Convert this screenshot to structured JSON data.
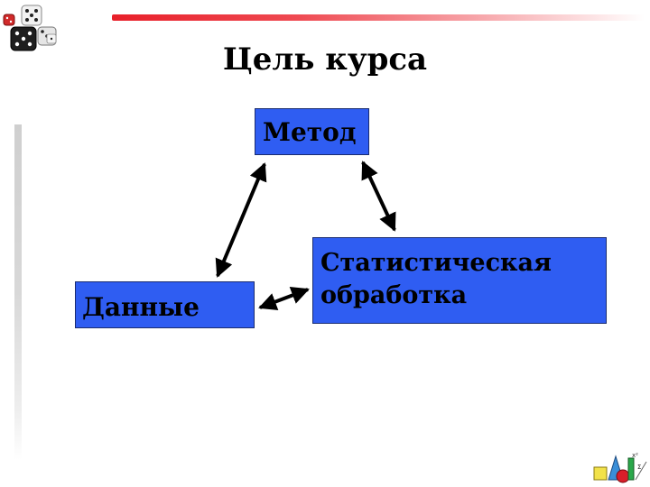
{
  "title": "Цель курса",
  "nodes": {
    "method": "Метод",
    "data": "Данные",
    "stat_line1": "Статистическая",
    "stat_line2": "обработка"
  },
  "edges": [
    {
      "from": "method",
      "to": "data",
      "type": "bidirectional"
    },
    {
      "from": "method",
      "to": "stat",
      "type": "bidirectional"
    },
    {
      "from": "data",
      "to": "stat",
      "type": "bidirectional"
    }
  ],
  "colors": {
    "box_fill": "#2f5df2",
    "box_border": "#1a2c70",
    "arrow": "#000000",
    "top_bar": "#e8202a"
  },
  "icons": {
    "top_left": "dice-icon",
    "bottom_right": "geometric-shapes-icon"
  }
}
